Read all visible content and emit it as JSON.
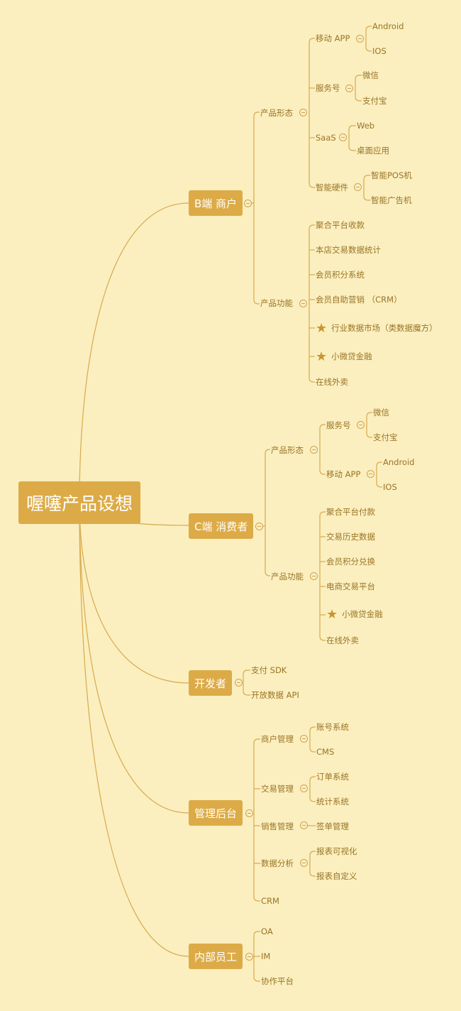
{
  "title": "喔噻产品设想",
  "branches": {
    "b": {
      "label": "B端 商户",
      "form_label": "产品形态",
      "form": {
        "app": {
          "label": "移动 APP",
          "children": [
            "Android",
            "IOS"
          ]
        },
        "service": {
          "label": "服务号",
          "children": [
            "微信",
            "支付宝"
          ]
        },
        "saas": {
          "label": "SaaS",
          "children": [
            "Web",
            "桌面应用"
          ]
        },
        "hardware": {
          "label": "智能硬件",
          "children": [
            "智能POS机",
            "智能广告机"
          ]
        }
      },
      "func_label": "产品功能",
      "func": [
        "聚合平台收款",
        "本店交易数据统计",
        "会员积分系统",
        "会员自助营销 （CRM）",
        "行业数据市场（类数据魔方）",
        "小微贷金融",
        "在线外卖"
      ]
    },
    "c": {
      "label": "C端 消费者",
      "form_label": "产品形态",
      "form": {
        "service": {
          "label": "服务号",
          "children": [
            "微信",
            "支付宝"
          ]
        },
        "app": {
          "label": "移动 APP",
          "children": [
            "Android",
            "IOS"
          ]
        }
      },
      "func_label": "产品功能",
      "func": [
        "聚合平台付款",
        "交易历史数据",
        "会员积分兑换",
        "电商交易平台",
        "小微贷金融",
        "在线外卖"
      ]
    },
    "dev": {
      "label": "开发者",
      "children": [
        "支付 SDK",
        "开放数据 API"
      ]
    },
    "admin": {
      "label": "管理后台",
      "merchant": {
        "label": "商户管理",
        "children": [
          "账号系统",
          "CMS"
        ]
      },
      "trade": {
        "label": "交易管理",
        "children": [
          "订单系统",
          "统计系统"
        ]
      },
      "sales": {
        "label": "销售管理",
        "children": [
          "签单管理"
        ]
      },
      "data": {
        "label": "数据分析",
        "children": [
          "报表可视化",
          "报表自定义"
        ]
      },
      "crm": "CRM"
    },
    "staff": {
      "label": "内部员工",
      "children": [
        "OA",
        "IM",
        "协作平台"
      ]
    }
  },
  "icons": {
    "star": "star-icon",
    "toggle": "collapse-icon"
  },
  "colors": {
    "background": "#fbefc0",
    "node": "#dcab47",
    "line": "#d8a94c",
    "text": "#9a7424"
  }
}
